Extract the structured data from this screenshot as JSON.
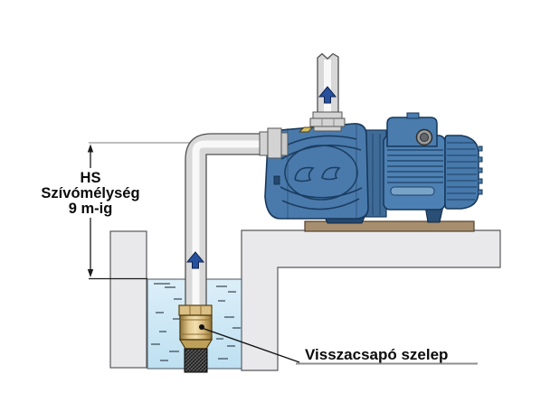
{
  "diagram": {
    "annotations": {
      "suction_depth": {
        "line1": "HS",
        "line2": "Szívómélység",
        "line3": "9 m-ig"
      },
      "check_valve": {
        "label": "Visszacsapó szelep"
      }
    },
    "icons": {
      "discharge_flow_arrow": "up-arrow",
      "suction_flow_arrow": "up-arrow",
      "dimension_arrow_top": "arrow-up",
      "dimension_arrow_bottom": "arrow-down"
    },
    "colors": {
      "pump_body_blue": "#4A7AAB",
      "motor_blue": "#4E81B3",
      "terminal_box_blue": "#4A7CAE",
      "fan_cover_blue": "#4779AB",
      "outline_navy": "#16375A",
      "arrow_blue": "#26509D",
      "water_blue_top": "#DCEFF9",
      "water_blue_bottom": "#BEE0F1",
      "brass": "#C9A55C",
      "wood_base": "#A78E6E",
      "ground_gray": "#E9E9EB",
      "pipe_gray": "#D8D8D8"
    }
  }
}
